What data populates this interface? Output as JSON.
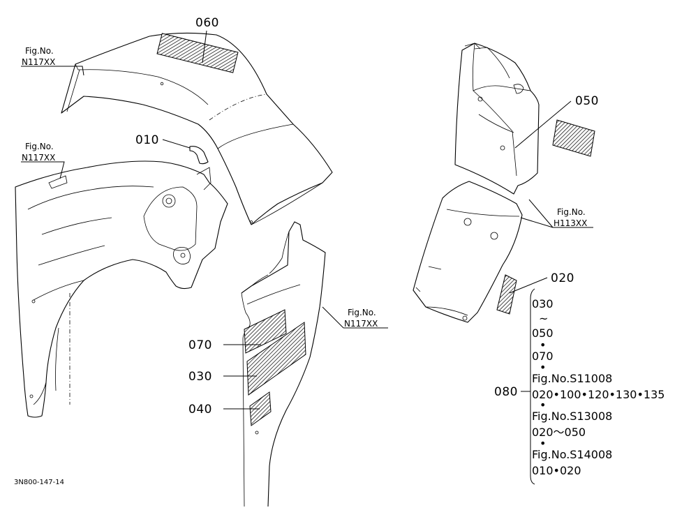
{
  "figure_code": "3N800-147-14",
  "parts": {
    "p010": "010",
    "p020": "020",
    "p030": "030",
    "p040": "040",
    "p050": "050",
    "p060": "060",
    "p070": "070",
    "p080": "080"
  },
  "references": {
    "fig_label": "Fig.No.",
    "top_left": "N117XX",
    "mid_left": "N117XX",
    "center": "N117XX",
    "right": "H113XX"
  },
  "kit_080": {
    "lines": [
      "030",
      "~",
      "050",
      "•",
      "070",
      "•",
      "Fig.No.S11008",
      "020•100•120•130•135",
      "•",
      "Fig.No.S13008",
      "020～050",
      "•",
      "Fig.No.S14008",
      "010•020"
    ]
  }
}
